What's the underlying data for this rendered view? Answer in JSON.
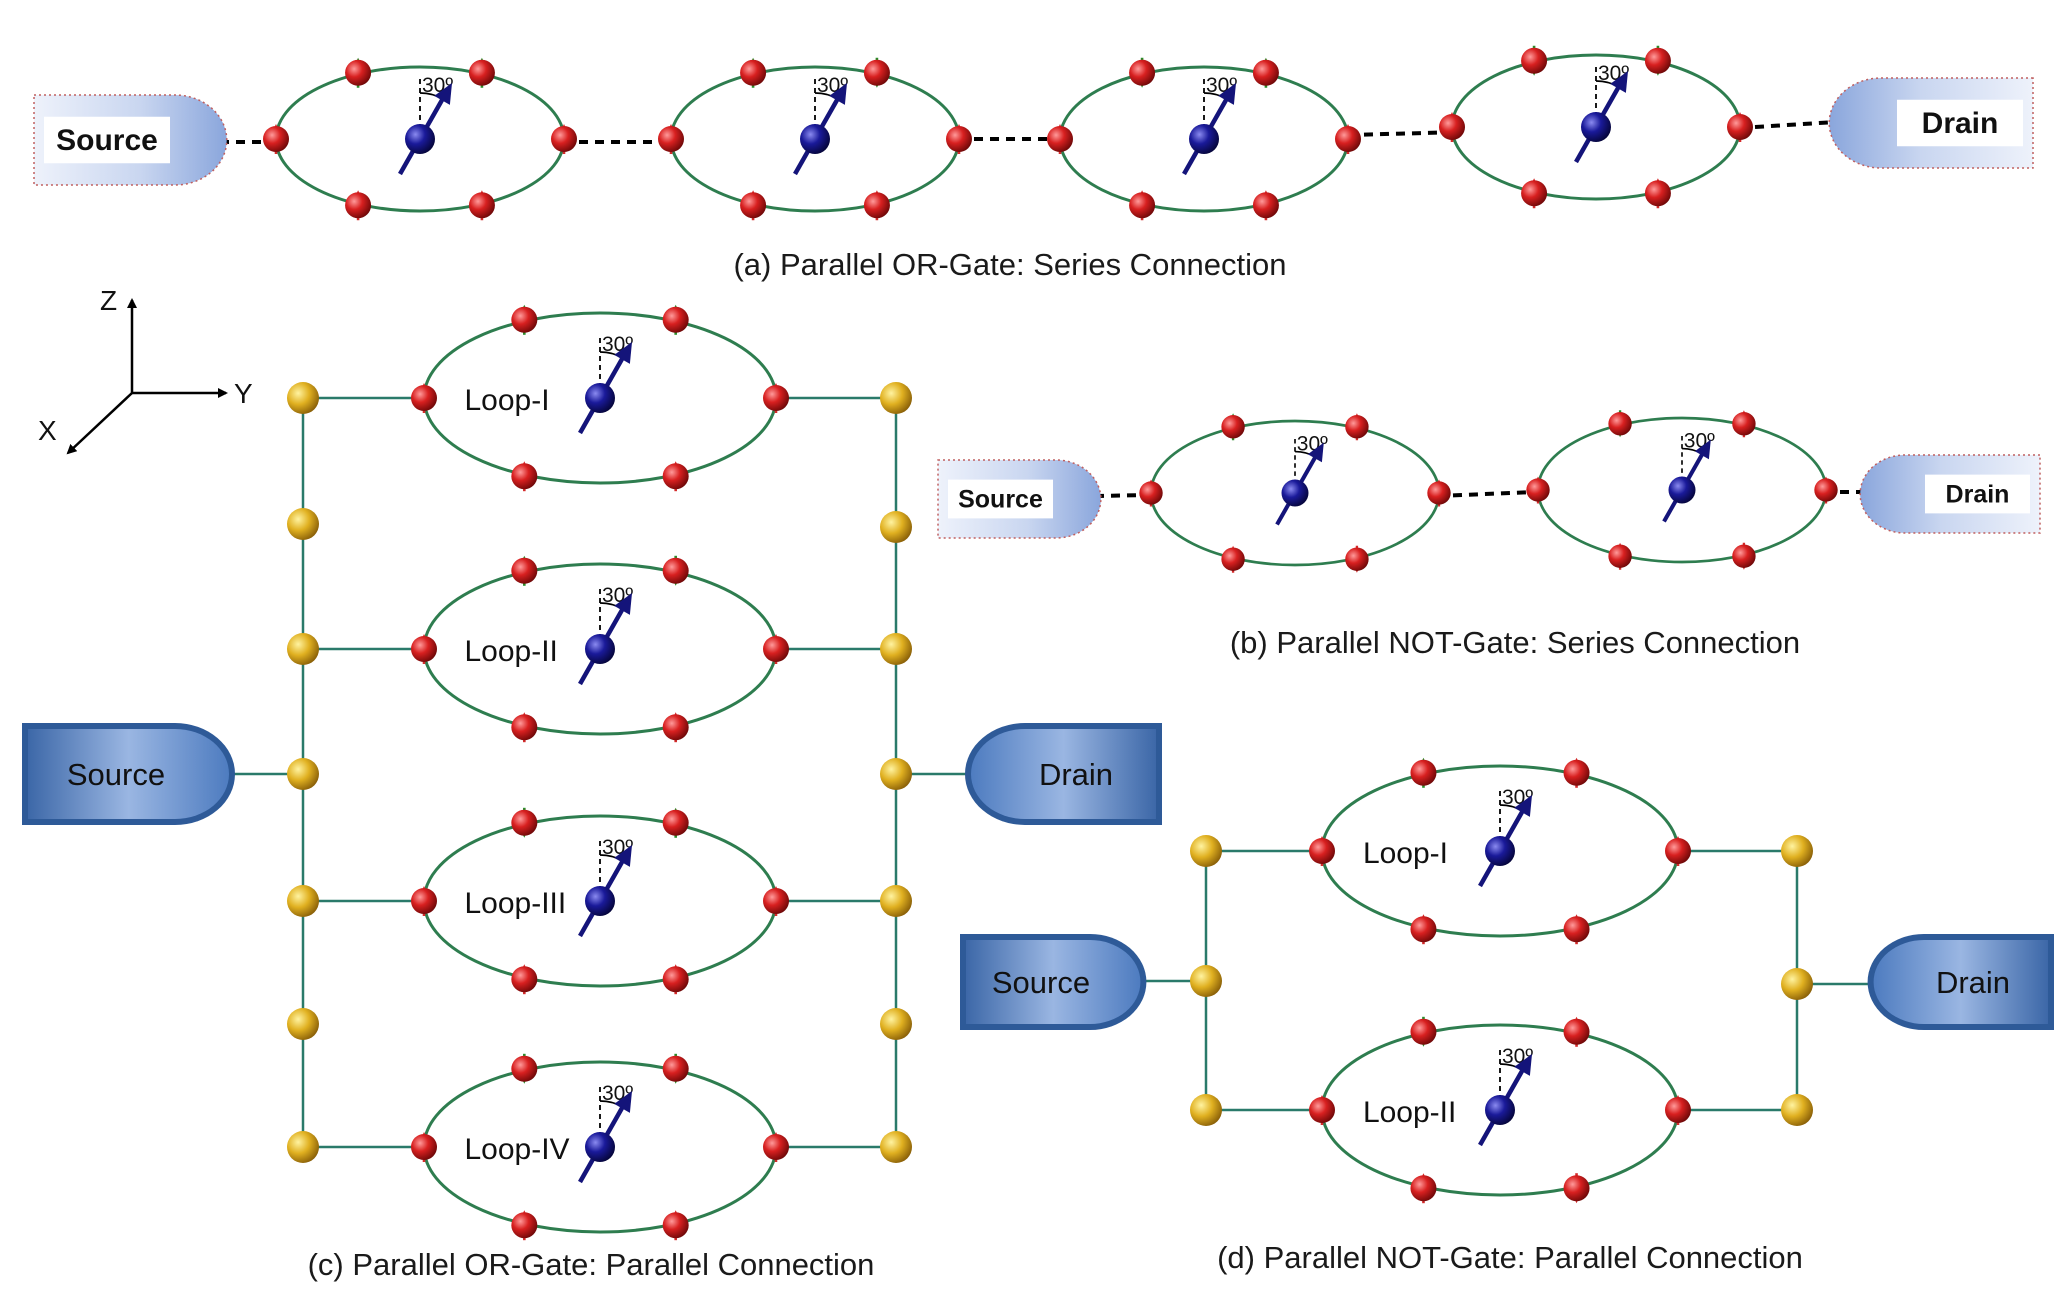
{
  "colors": {
    "loop": "#2e7d4f",
    "wire": "#2a7a6a",
    "site": "#c8202a",
    "spin_up": "#d42a2a",
    "spin_flip": "#2a8c2a",
    "impurity": "#14147a",
    "junction": "#d7a320",
    "lead_light": "#c3d1ee",
    "lead_dark": "#4d78b8"
  },
  "angle_label": "30º",
  "axes": {
    "z": "Z",
    "y": "Y",
    "x": "X"
  },
  "panels": {
    "a": {
      "caption": "(a) Parallel OR-Gate: Series Connection",
      "source": "Source",
      "drain": "Drain"
    },
    "b": {
      "caption": "(b) Parallel NOT-Gate: Series Connection",
      "source": "Source",
      "drain": "Drain"
    },
    "c": {
      "caption": "(c) Parallel OR-Gate: Parallel Connection",
      "source": "Source",
      "drain": "Drain",
      "loops": [
        "Loop-I",
        "Loop-II",
        "Loop-III",
        "Loop-IV"
      ]
    },
    "d": {
      "caption": "(d) Parallel NOT-Gate: Parallel Connection",
      "source": "Source",
      "drain": "Drain",
      "loops": [
        "Loop-I",
        "Loop-II"
      ]
    }
  }
}
